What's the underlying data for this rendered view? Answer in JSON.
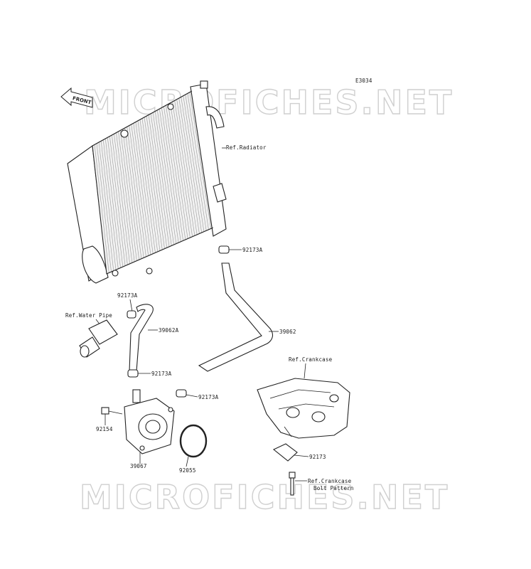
{
  "diagram_code": "E3034",
  "front_arrow": "FRONT",
  "watermark": "MICROFICHES.NET",
  "labels": {
    "radiator": "Ref.Radiator",
    "clamp_top": "92173A",
    "hose_long": "39062",
    "clamp_water": "92173A",
    "water_pipe": "Ref.Water Pipe",
    "hose_short": "39062A",
    "crankcase": "Ref.Crankcase",
    "clamp_mid": "92173A",
    "clamp_cooler": "92173A",
    "bolt": "92154",
    "oil_cooler": "39067",
    "oring": "92055",
    "clamp_bracket": "92173",
    "crankcase_bolt_1": "Ref.Crankcase",
    "crankcase_bolt_2": "Bolt Pattern"
  },
  "icons": {
    "front": "front-arrow-icon"
  }
}
